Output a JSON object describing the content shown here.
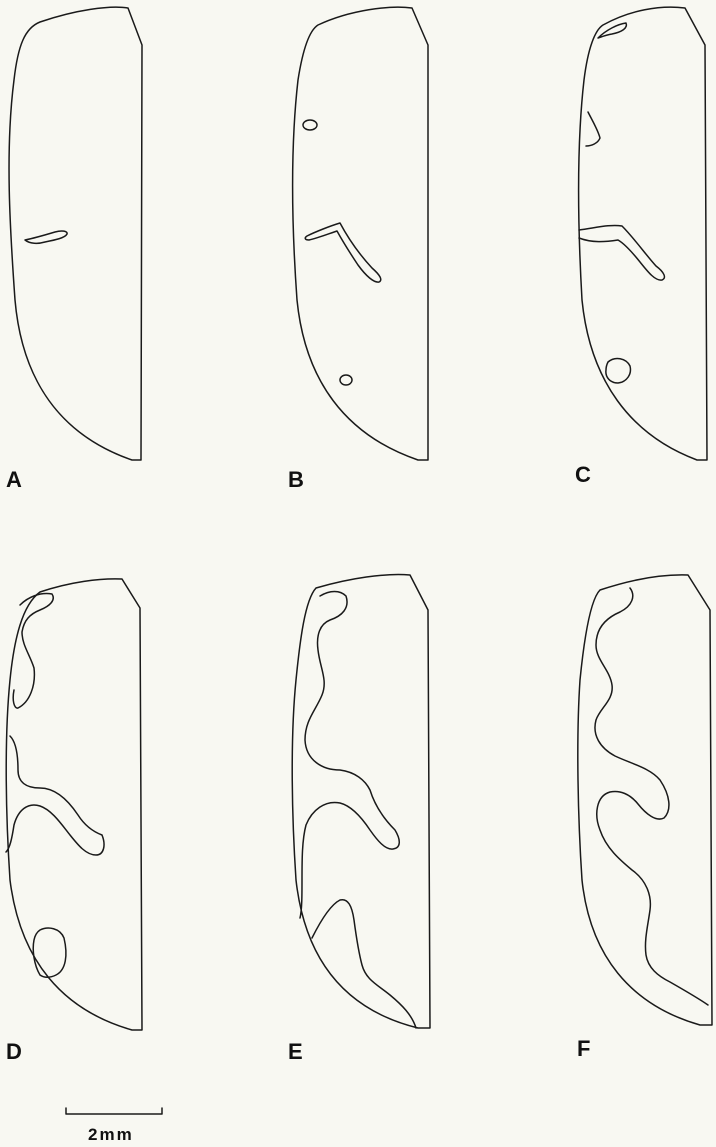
{
  "panels": [
    {
      "label": "A"
    },
    {
      "label": "B"
    },
    {
      "label": "C"
    },
    {
      "label": "D"
    },
    {
      "label": "E"
    },
    {
      "label": "F"
    }
  ],
  "scale_bar": {
    "label": "2mm"
  },
  "colors": {
    "background": "#f8f8f2",
    "line": "#1a1a1a"
  }
}
